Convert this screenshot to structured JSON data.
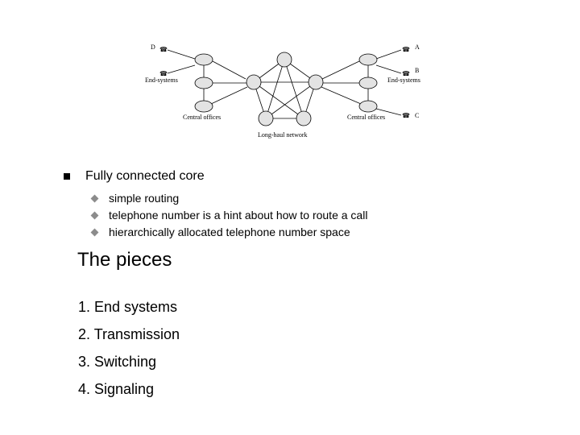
{
  "diagram": {
    "labels": {
      "D": "D",
      "A": "A",
      "B": "B",
      "C": "C",
      "end_systems_left": "End-systems",
      "end_systems_right": "End-systems",
      "central_offices_left": "Central offices",
      "central_offices_right": "Central offices",
      "long_haul": "Long-haul network"
    },
    "phone_icon": "☎"
  },
  "bullet": {
    "title": "Fully connected core",
    "items": [
      "simple routing",
      "telephone number is a hint about how to route a call",
      "hierarchically allocated telephone number space"
    ]
  },
  "pieces": {
    "title": "The pieces",
    "steps": [
      "1. End systems",
      "2. Transmission",
      "3. Switching",
      "4. Signaling"
    ]
  }
}
